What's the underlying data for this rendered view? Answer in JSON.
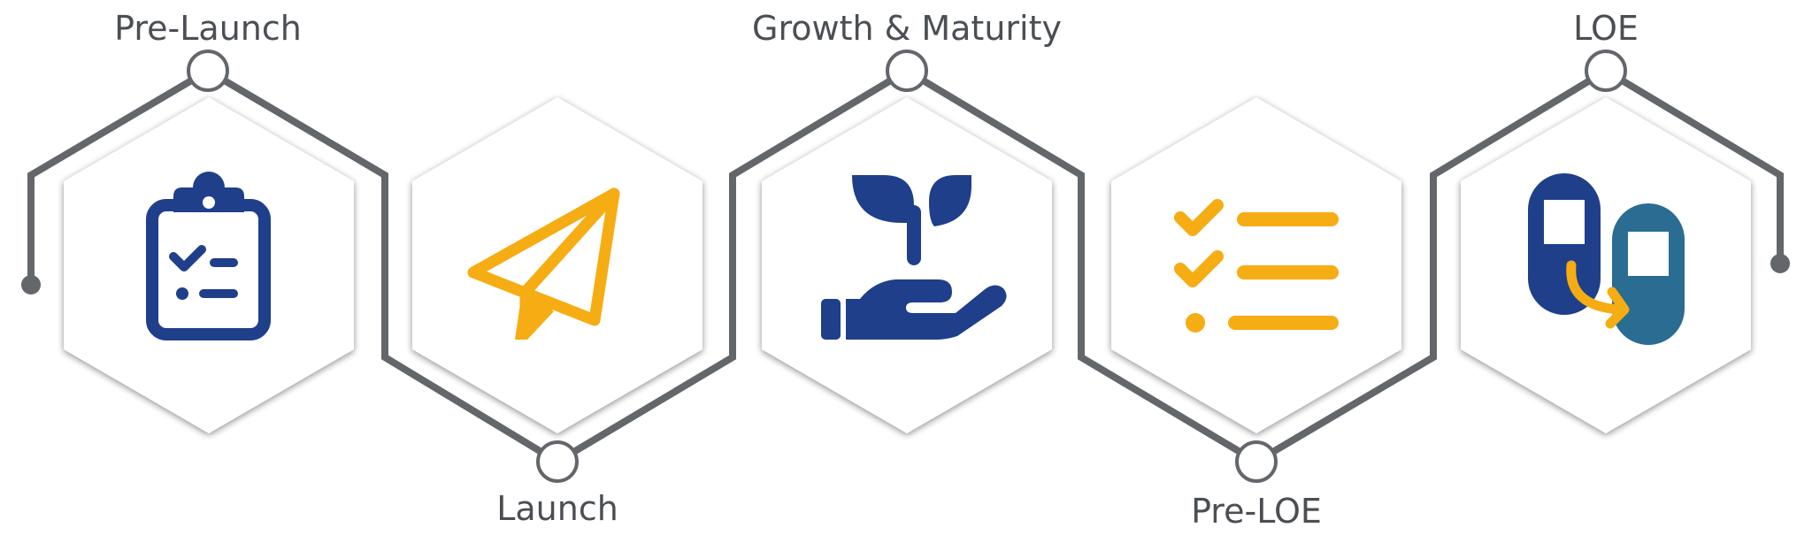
{
  "stages": [
    {
      "label": "Pre-Launch",
      "icon": "clipboard-checklist-icon",
      "color": "#1f3f8a",
      "label_side": "top"
    },
    {
      "label": "Launch",
      "icon": "paper-plane-icon",
      "color": "#f6ac13",
      "label_side": "bottom"
    },
    {
      "label": "Growth & Maturity",
      "icon": "plant-in-hand-icon",
      "color": "#1f3f8a",
      "label_side": "top"
    },
    {
      "label": "Pre-LOE",
      "icon": "checklist-icon",
      "color": "#f6ac13",
      "label_side": "bottom"
    },
    {
      "label": "LOE",
      "icon": "capsule-switch-icon",
      "color": "#1f3f8a",
      "label_side": "top"
    }
  ],
  "colors": {
    "navy": "#1f3f8a",
    "gold": "#f6ac13",
    "teal": "#2a6c92",
    "connector": "#63666a",
    "label": "#4b4f54"
  }
}
